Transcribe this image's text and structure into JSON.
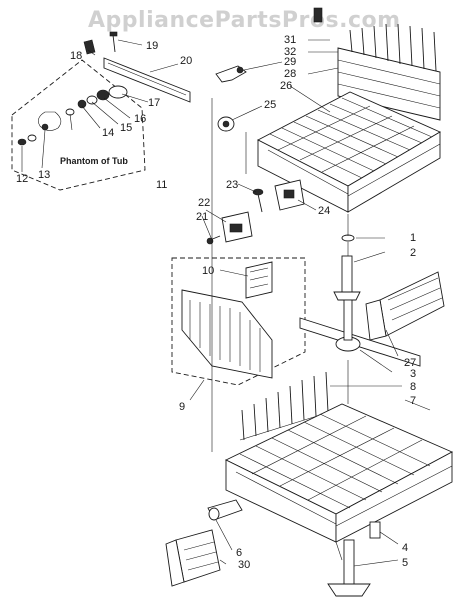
{
  "watermark": "AppliancePartsPros.com",
  "caption": "Phantom of Tub",
  "labels": [
    "1",
    "2",
    "3",
    "4",
    "5",
    "6",
    "7",
    "8",
    "9",
    "10",
    "11",
    "12",
    "13",
    "14",
    "15",
    "16",
    "17",
    "18",
    "19",
    "20",
    "21",
    "22",
    "23",
    "24",
    "25",
    "26",
    "27",
    "28",
    "29",
    "30",
    "31",
    "32"
  ]
}
